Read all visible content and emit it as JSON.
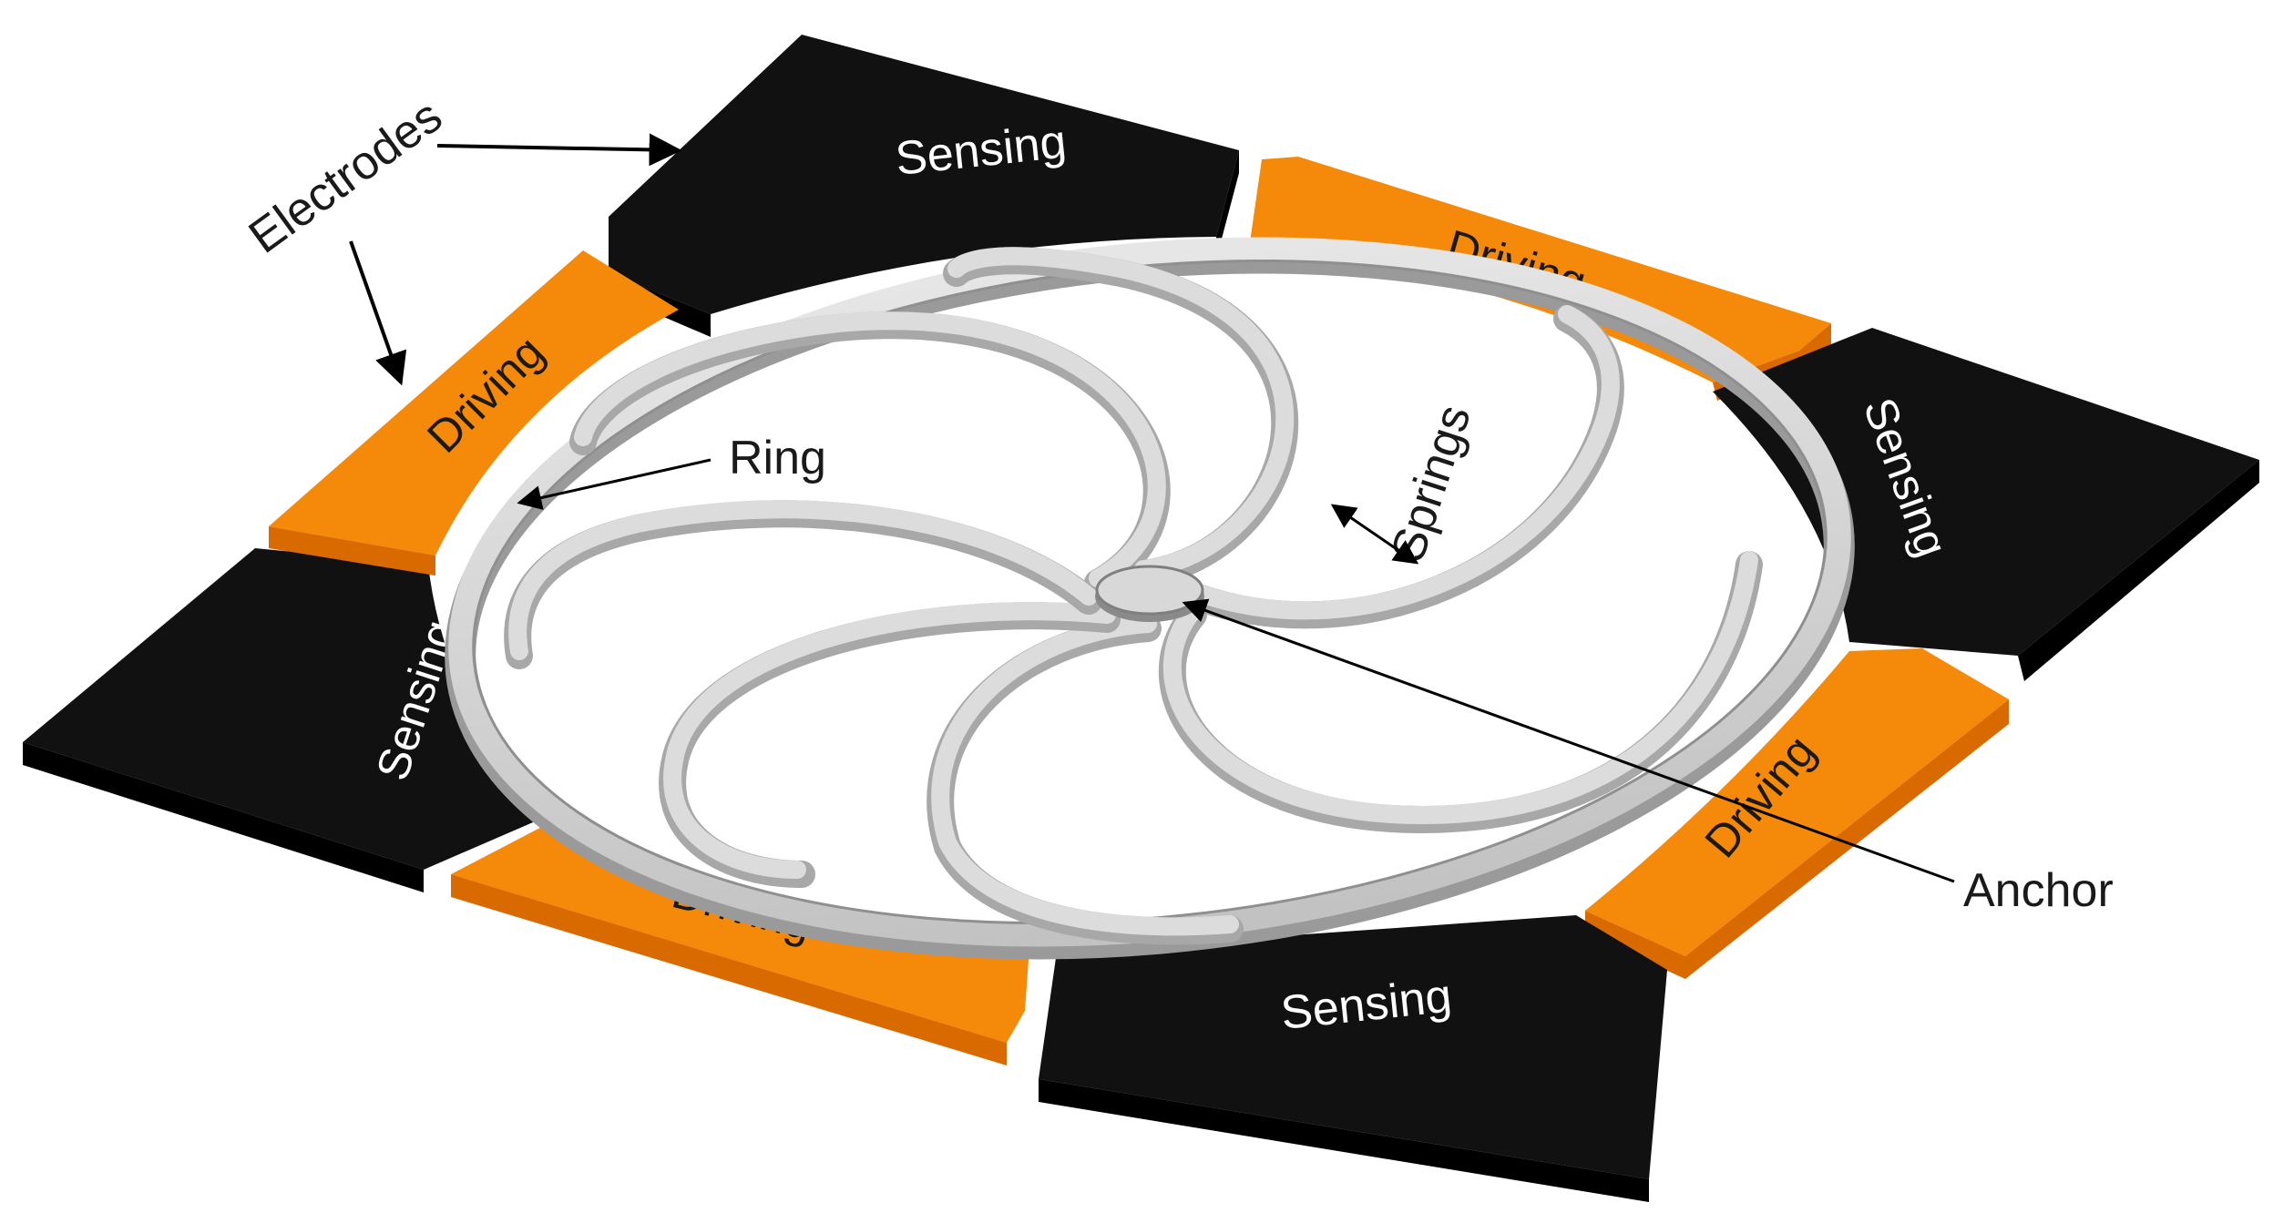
{
  "diagram": {
    "callouts": {
      "electrodes": "Electrodes",
      "ring": "Ring",
      "springs": "Springs",
      "anchor": "Anchor"
    },
    "electrodes": {
      "sensing_label": "Sensing",
      "driving_label": "Driving"
    },
    "colors": {
      "sensing": "#000000",
      "driving": "#f58a0a",
      "driving_side": "#d96a00",
      "ring_metal": "#d4d4d4",
      "ring_shadow": "#9a9a9a",
      "background": "#ffffff"
    }
  }
}
